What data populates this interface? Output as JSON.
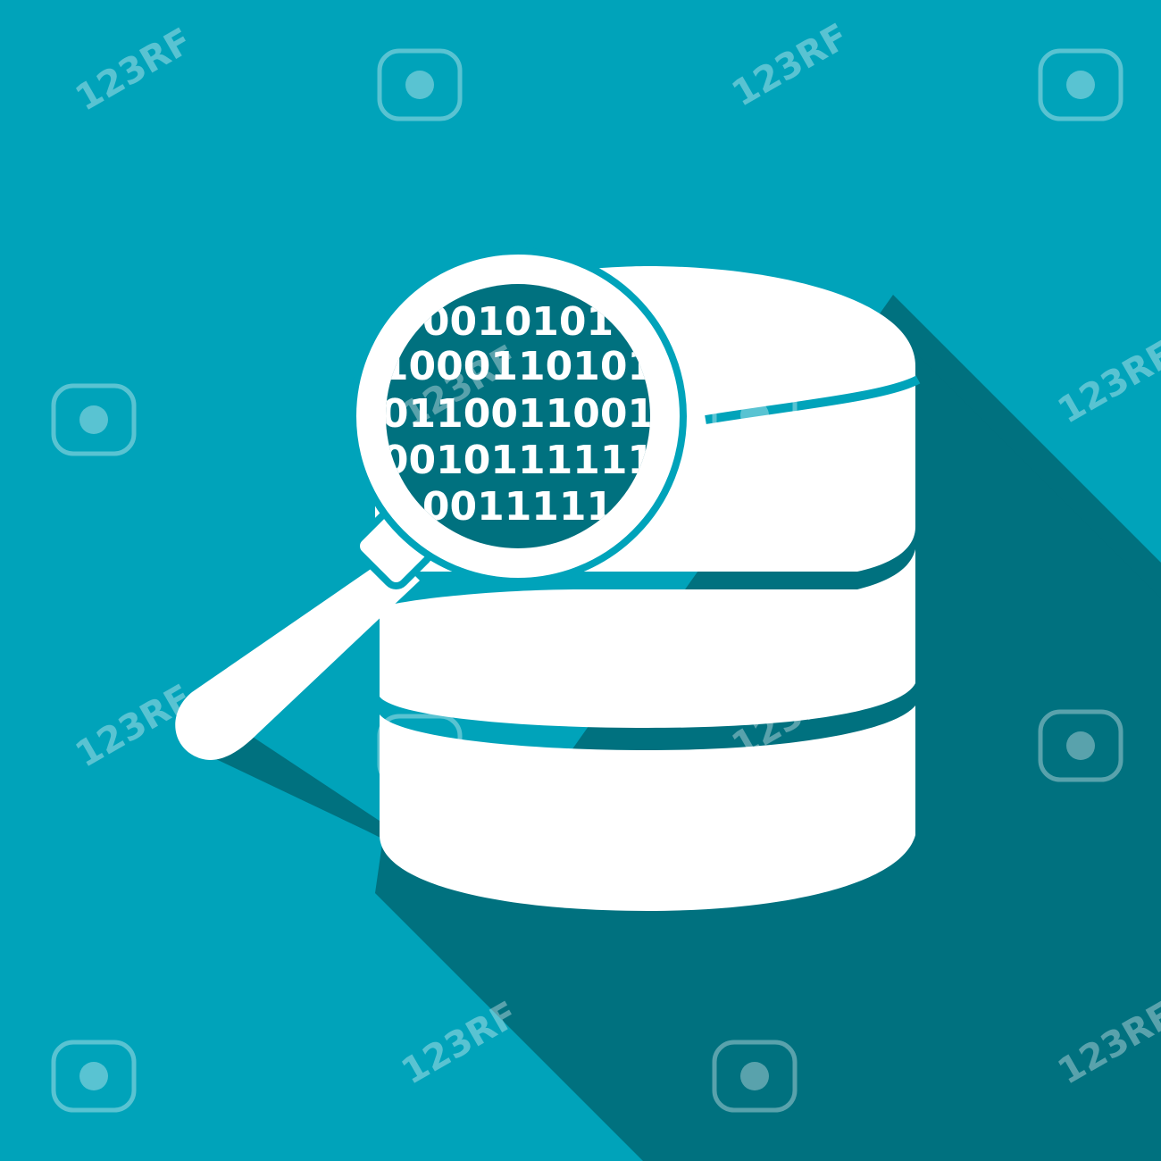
{
  "colors": {
    "background": "#00A3BA",
    "shadow": "#00717F",
    "icon": "#FFFFFF"
  },
  "icon_name": "database-search-icon",
  "binary_rows": [
    "0010101",
    "1000110101",
    "0110011001",
    "0010111111",
    "0011111"
  ],
  "watermark": {
    "icon_name": "camera-icon",
    "text": "123RF"
  }
}
